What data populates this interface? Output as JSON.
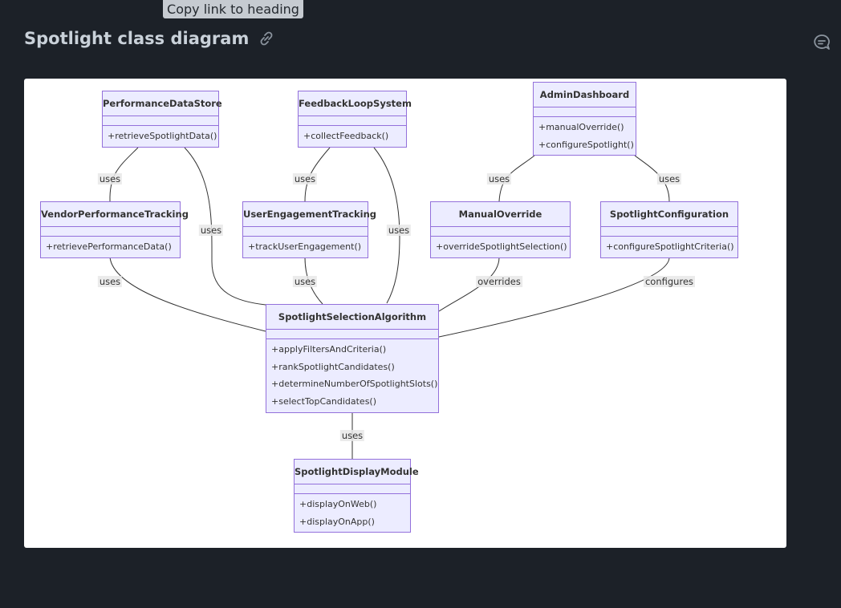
{
  "tooltip": "Copy link to heading",
  "heading": "Spotlight class diagram",
  "icons": {
    "link": "link-icon",
    "comment": "comment-discussion-icon"
  },
  "colors": {
    "page_bg": "#1c2128",
    "class_fill": "#ececff",
    "class_border": "#9370db"
  },
  "classes": {
    "performance_data_store": {
      "name": "PerformanceDataStore",
      "methods": [
        "+retrieveSpotlightData()"
      ]
    },
    "feedback_loop_system": {
      "name": "FeedbackLoopSystem",
      "methods": [
        "+collectFeedback()"
      ]
    },
    "admin_dashboard": {
      "name": "AdminDashboard",
      "methods": [
        "+manualOverride()",
        "+configureSpotlight()"
      ]
    },
    "vendor_performance_tracking": {
      "name": "VendorPerformanceTracking",
      "methods": [
        "+retrievePerformanceData()"
      ]
    },
    "user_engagement_tracking": {
      "name": "UserEngagementTracking",
      "methods": [
        "+trackUserEngagement()"
      ]
    },
    "manual_override": {
      "name": "ManualOverride",
      "methods": [
        "+overrideSpotlightSelection()"
      ]
    },
    "spotlight_configuration": {
      "name": "SpotlightConfiguration",
      "methods": [
        "+configureSpotlightCriteria()"
      ]
    },
    "spotlight_selection_algorithm": {
      "name": "SpotlightSelectionAlgorithm",
      "methods": [
        "+applyFiltersAndCriteria()",
        "+rankSpotlightCandidates()",
        "+determineNumberOfSpotlightSlots()",
        "+selectTopCandidates()"
      ]
    },
    "spotlight_display_module": {
      "name": "SpotlightDisplayModule",
      "methods": [
        "+displayOnWeb()",
        "+displayOnApp()"
      ]
    }
  },
  "edges": {
    "pds_vpt": "uses",
    "pds_ssa": "uses",
    "fls_uet": "uses",
    "fls_ssa": "uses",
    "ad_mo": "uses",
    "ad_sc": "uses",
    "vpt_ssa": "uses",
    "uet_ssa": "uses",
    "mo_ssa": "overrides",
    "sc_ssa": "configures",
    "ssa_sdm": "uses"
  }
}
